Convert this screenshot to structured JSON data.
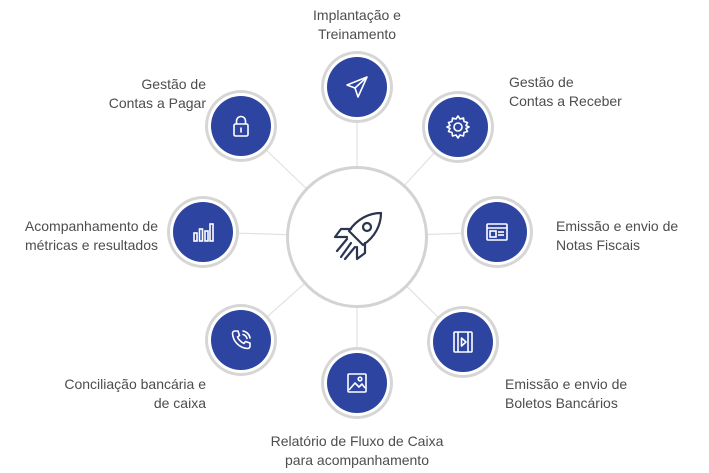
{
  "hub": {
    "icon": "rocket-icon"
  },
  "nodes": [
    {
      "id": "implantacao",
      "icon": "paper-plane-icon",
      "lines": [
        "Implantação e",
        "Treinamento"
      ]
    },
    {
      "id": "receber",
      "icon": "gear-icon",
      "lines": [
        "Gestão de",
        "Contas a Receber"
      ]
    },
    {
      "id": "notas",
      "icon": "invoice-icon",
      "lines": [
        "Emissão e envio de",
        "Notas Fiscais"
      ]
    },
    {
      "id": "boletos",
      "icon": "film-play-icon",
      "lines": [
        "Emissão e envio de",
        "Boletos Bancários"
      ]
    },
    {
      "id": "relatorio",
      "icon": "image-icon",
      "lines": [
        "Relatório de Fluxo de Caixa",
        "para acompanhamento"
      ]
    },
    {
      "id": "conciliacao",
      "icon": "phone-call-icon",
      "lines": [
        "Conciliação bancária e",
        "de caixa"
      ]
    },
    {
      "id": "metricas",
      "icon": "bar-chart-icon",
      "lines": [
        "Acompanhamento de",
        "métricas e resultados"
      ]
    },
    {
      "id": "pagar",
      "icon": "lock-icon",
      "lines": [
        "Gestão de",
        "Contas a Pagar"
      ]
    }
  ],
  "colors": {
    "node": "#2d44a1",
    "ring": "#d6d6d6",
    "text": "#4d4d4d",
    "icon": "#2b3550"
  }
}
